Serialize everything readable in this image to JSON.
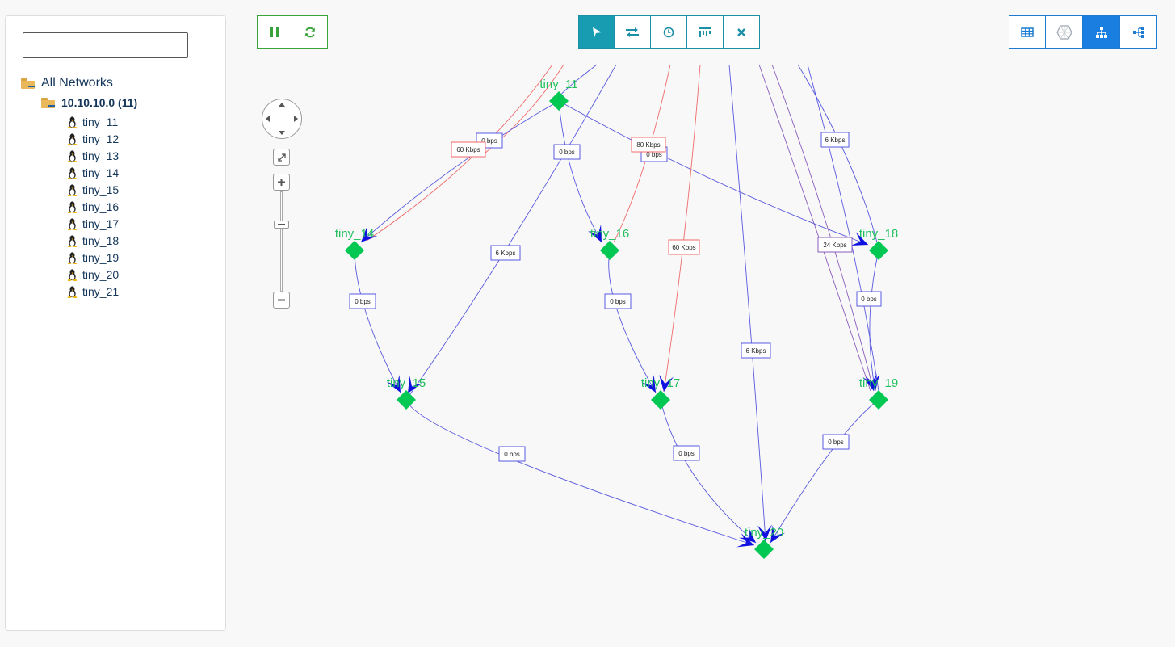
{
  "sidebar": {
    "search": {
      "value": "",
      "placeholder": ""
    },
    "tree": {
      "root_label": "All Networks",
      "network_label": "10.10.10.0 (11)",
      "hosts": [
        "tiny_11",
        "tiny_12",
        "tiny_13",
        "tiny_14",
        "tiny_15",
        "tiny_16",
        "tiny_17",
        "tiny_18",
        "tiny_19",
        "tiny_20",
        "tiny_21"
      ]
    }
  },
  "toolbar_left": [
    {
      "name": "pause-button",
      "icon": "pause-icon"
    },
    {
      "name": "refresh-button",
      "icon": "refresh-icon"
    }
  ],
  "toolbar_center": [
    {
      "name": "select-mode-button",
      "icon": "pointer-icon",
      "active": true
    },
    {
      "name": "exchange-button",
      "icon": "exchange-icon",
      "active": false
    },
    {
      "name": "clock-button",
      "icon": "clock-icon",
      "active": false
    },
    {
      "name": "filter-button",
      "icon": "filter-icon",
      "active": false
    },
    {
      "name": "close-button",
      "icon": "close-icon",
      "active": false
    }
  ],
  "toolbar_right": [
    {
      "name": "table-view-button",
      "icon": "table-icon",
      "active": false
    },
    {
      "name": "hexagon-view-button",
      "icon": "hexagon-icon",
      "active": false
    },
    {
      "name": "hierarchy-view-button",
      "icon": "sitemap-icon",
      "active": true
    },
    {
      "name": "tree-view-button",
      "icon": "tree-icon",
      "active": false
    }
  ],
  "colors": {
    "node": "#00c853",
    "node_label": "#1fbf5e",
    "link_blue": "#5858e0",
    "link_red": "#f06a6a",
    "link_purple": "#8a5cbe",
    "arrow": "#1010e0"
  },
  "graph": {
    "nodes": [
      {
        "id": "tiny_11",
        "label": "tiny_11"
      },
      {
        "id": "tiny_14",
        "label": "tiny_14"
      },
      {
        "id": "tiny_16",
        "label": "tiny_16"
      },
      {
        "id": "tiny_18",
        "label": "tiny_18"
      },
      {
        "id": "tiny_15",
        "label": "tiny_15"
      },
      {
        "id": "tiny_17",
        "label": "tiny_17"
      },
      {
        "id": "tiny_19",
        "label": "tiny_19"
      },
      {
        "id": "tiny_20",
        "label": "tiny_20"
      }
    ],
    "links": [
      {
        "from": "tiny_11",
        "to": "tiny_14",
        "label": "0 bps",
        "color": "blue"
      },
      {
        "from": "tiny_11",
        "to": "tiny_16",
        "label": "0 bps",
        "color": "blue"
      },
      {
        "from": "tiny_11",
        "to": "tiny_18",
        "label": "0 bps",
        "color": "blue"
      },
      {
        "from": "tiny_14",
        "to": "tiny_15",
        "label": "0 bps",
        "color": "blue"
      },
      {
        "from": "tiny_16",
        "to": "tiny_17",
        "label": "0 bps",
        "color": "blue"
      },
      {
        "from": "tiny_18",
        "to": "tiny_19",
        "label": "0 bps",
        "color": "blue"
      },
      {
        "from": "tiny_15",
        "to": "tiny_20",
        "label": "0 bps",
        "color": "blue"
      },
      {
        "from": "tiny_17",
        "to": "tiny_20",
        "label": "0 bps",
        "color": "blue"
      },
      {
        "from": "tiny_19",
        "to": "tiny_20",
        "label": "0 bps",
        "color": "blue"
      },
      {
        "from": "offscreen",
        "to": "tiny_14",
        "label": "60 Kbps",
        "color": "red"
      },
      {
        "from": "offscreen",
        "to": "tiny_15",
        "label": "6 Kbps",
        "color": "blue"
      },
      {
        "from": "offscreen",
        "to": "tiny_16",
        "label": "80 Kbps",
        "color": "red"
      },
      {
        "from": "offscreen",
        "to": "tiny_17",
        "label": "60 Kbps",
        "color": "red"
      },
      {
        "from": "offscreen",
        "to": "tiny_18",
        "label": "6 Kbps",
        "color": "blue"
      },
      {
        "from": "offscreen",
        "to": "tiny_19",
        "label": "24 Kbps",
        "color": "purple"
      },
      {
        "from": "offscreen",
        "to": "tiny_20",
        "label": "6 Kbps",
        "color": "blue"
      }
    ]
  }
}
